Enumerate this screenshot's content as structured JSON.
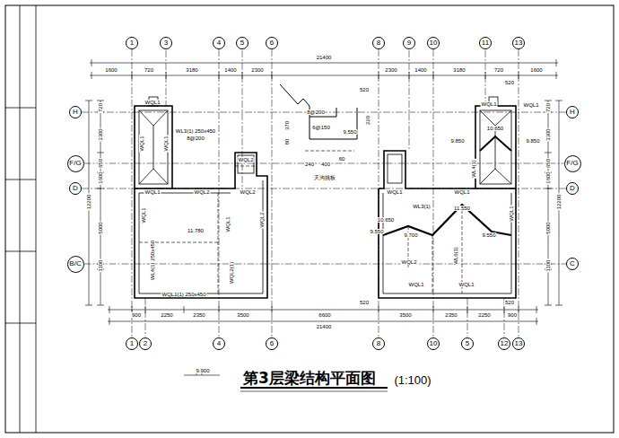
{
  "diagram": {
    "title": "第3层梁结构平面图",
    "nodes": [
      {
        "text": [
          "1"
        ]
      },
      {
        "text": [
          "3"
        ]
      },
      {
        "text": [
          "4"
        ]
      },
      {
        "text": [
          "5"
        ]
      },
      {
        "text": [
          "6"
        ]
      },
      {
        "text": [
          "8"
        ]
      },
      {
        "text": [
          "9"
        ]
      },
      {
        "text": [
          "10"
        ]
      },
      {
        "text": [
          "11"
        ]
      },
      {
        "text": [
          "13"
        ]
      },
      {
        "text": [
          "H"
        ]
      },
      {
        "text": [
          "H"
        ]
      },
      {
        "text": [
          "F/G"
        ]
      },
      {
        "text": [
          "F/G"
        ]
      },
      {
        "text": [
          "D"
        ]
      },
      {
        "text": [
          "D"
        ]
      },
      {
        "text": [
          "B/C"
        ]
      },
      {
        "text": [
          "C"
        ]
      },
      {
        "text": [
          "1"
        ]
      },
      {
        "text": [
          "2"
        ]
      },
      {
        "text": [
          "4"
        ]
      },
      {
        "text": [
          "6"
        ]
      },
      {
        "text": [
          "8"
        ]
      },
      {
        "text": [
          "10"
        ]
      },
      {
        "text": [
          "5"
        ]
      },
      {
        "text": [
          "12"
        ]
      },
      {
        "text": [
          "13"
        ]
      }
    ],
    "edges": [
      {
        "from": 0,
        "to": 18,
        "arrow": "none"
      },
      {
        "from": 2,
        "to": 20,
        "arrow": "none"
      },
      {
        "from": 4,
        "to": 21,
        "arrow": "none"
      },
      {
        "from": 5,
        "to": 22,
        "arrow": "none"
      },
      {
        "from": 7,
        "to": 23,
        "arrow": "none"
      },
      {
        "from": 9,
        "to": 26,
        "arrow": "none"
      },
      {
        "from": 10,
        "to": 11,
        "arrow": "none"
      },
      {
        "from": 12,
        "to": 13,
        "arrow": "none"
      },
      {
        "from": 14,
        "to": 15,
        "arrow": "none"
      },
      {
        "from": 16,
        "to": 17,
        "arrow": "none"
      }
    ],
    "labels": [
      "21400",
      "1600",
      "720",
      "3180",
      "1400",
      "2300",
      "2300",
      "1400",
      "3180",
      "720",
      "1600",
      "900",
      "2250",
      "2350",
      "3500",
      "6600",
      "3500",
      "2350",
      "2250",
      "900",
      "21400",
      "720",
      "3300",
      "650",
      "1600",
      "5000",
      "1100",
      "12200",
      "720",
      "3300",
      "650",
      "1600",
      "5000",
      "1100",
      "12200",
      "WQL1",
      "WQL1",
      "WQL1",
      "WL3(1) 250x450",
      "8@200",
      "WQL1",
      "WQL2",
      "WQL2",
      "WQL2",
      "WQL1",
      "WQL2",
      "11.780",
      "WQL1",
      "WL4(1) 250x450",
      "WQL1(1) 250x450",
      "WQL2(1)",
      "8@200",
      "6@150",
      "9.550",
      "370",
      "80",
      "220",
      "240",
      "400",
      "60",
      "天沟挑板",
      "520",
      "520",
      "520",
      "520",
      "WQL1",
      "WQL1",
      "10.650",
      "9.850",
      "9.850",
      "WQL1",
      "WQL1",
      "WL3(1)",
      "11.550",
      "10.650",
      "9.550",
      "9.700",
      "9.550",
      "WQL1",
      "WL6(1)",
      "WQL2",
      "WQL1",
      "WQL1",
      "WL4(1)",
      "9.900",
      "(1:100)"
    ]
  }
}
